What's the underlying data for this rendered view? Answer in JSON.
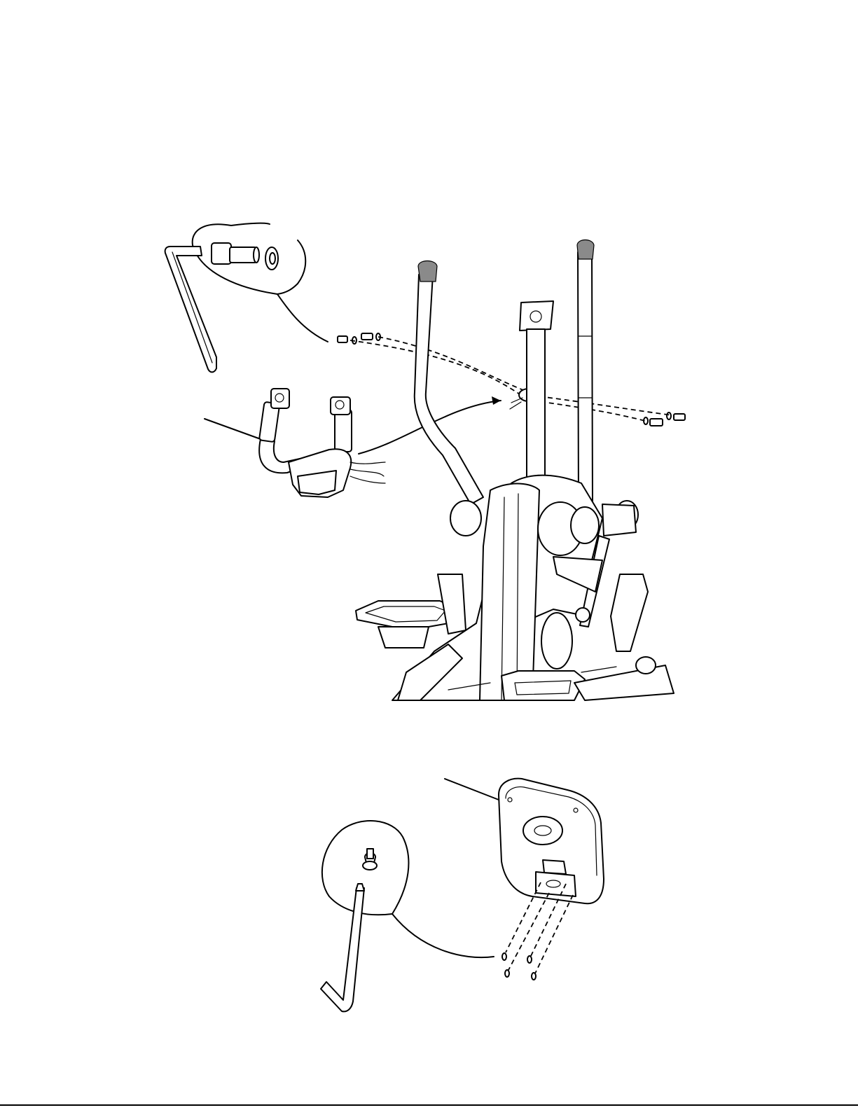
{
  "figures": [
    {
      "id": "step-handlebar",
      "parts": [
        "hex-key",
        "shoulder-bolt",
        "washer",
        "handlebar-assembly",
        "upright-frame",
        "moving-arms",
        "base-frame"
      ]
    },
    {
      "id": "step-console",
      "parts": [
        "console",
        "mounting-plate",
        "screws",
        "hex-key"
      ]
    }
  ]
}
